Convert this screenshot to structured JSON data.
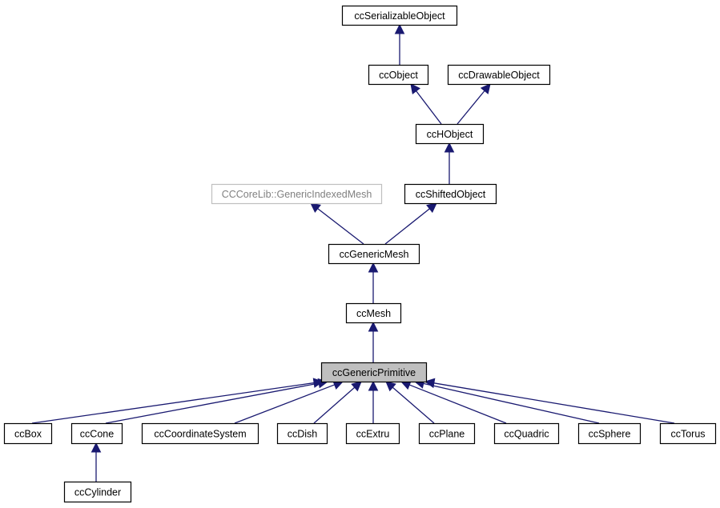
{
  "diagram": {
    "nodes": [
      {
        "id": "serializable",
        "label": "ccSerializableObject",
        "style": "normal"
      },
      {
        "id": "object",
        "label": "ccObject",
        "style": "normal"
      },
      {
        "id": "drawable",
        "label": "ccDrawableObject",
        "style": "normal"
      },
      {
        "id": "hobject",
        "label": "ccHObject",
        "style": "normal"
      },
      {
        "id": "genericindexedmesh",
        "label": "CCCoreLib::GenericIndexedMesh",
        "style": "external"
      },
      {
        "id": "shifted",
        "label": "ccShiftedObject",
        "style": "normal"
      },
      {
        "id": "genericmesh",
        "label": "ccGenericMesh",
        "style": "normal"
      },
      {
        "id": "mesh",
        "label": "ccMesh",
        "style": "normal"
      },
      {
        "id": "genericprimitive",
        "label": "ccGenericPrimitive",
        "style": "current"
      },
      {
        "id": "box",
        "label": "ccBox",
        "style": "normal"
      },
      {
        "id": "cone",
        "label": "ccCone",
        "style": "normal"
      },
      {
        "id": "coordsys",
        "label": "ccCoordinateSystem",
        "style": "normal"
      },
      {
        "id": "dish",
        "label": "ccDish",
        "style": "normal"
      },
      {
        "id": "extru",
        "label": "ccExtru",
        "style": "normal"
      },
      {
        "id": "plane",
        "label": "ccPlane",
        "style": "normal"
      },
      {
        "id": "quadric",
        "label": "ccQuadric",
        "style": "normal"
      },
      {
        "id": "sphere",
        "label": "ccSphere",
        "style": "normal"
      },
      {
        "id": "torus",
        "label": "ccTorus",
        "style": "normal"
      },
      {
        "id": "cylinder",
        "label": "ccCylinder",
        "style": "normal"
      }
    ],
    "edges": [
      {
        "from": "object",
        "to": "serializable"
      },
      {
        "from": "hobject",
        "to": "object"
      },
      {
        "from": "hobject",
        "to": "drawable"
      },
      {
        "from": "shifted",
        "to": "hobject"
      },
      {
        "from": "genericmesh",
        "to": "genericindexedmesh"
      },
      {
        "from": "genericmesh",
        "to": "shifted"
      },
      {
        "from": "mesh",
        "to": "genericmesh"
      },
      {
        "from": "genericprimitive",
        "to": "mesh"
      },
      {
        "from": "box",
        "to": "genericprimitive"
      },
      {
        "from": "cone",
        "to": "genericprimitive"
      },
      {
        "from": "coordsys",
        "to": "genericprimitive"
      },
      {
        "from": "dish",
        "to": "genericprimitive"
      },
      {
        "from": "extru",
        "to": "genericprimitive"
      },
      {
        "from": "plane",
        "to": "genericprimitive"
      },
      {
        "from": "quadric",
        "to": "genericprimitive"
      },
      {
        "from": "sphere",
        "to": "genericprimitive"
      },
      {
        "from": "torus",
        "to": "genericprimitive"
      },
      {
        "from": "cylinder",
        "to": "cone"
      }
    ],
    "colors": {
      "edge": "#191970",
      "node_border": "#000000",
      "external_border": "#bfbfbf",
      "external_text": "#808080",
      "current_fill": "#bfbfbf"
    }
  }
}
